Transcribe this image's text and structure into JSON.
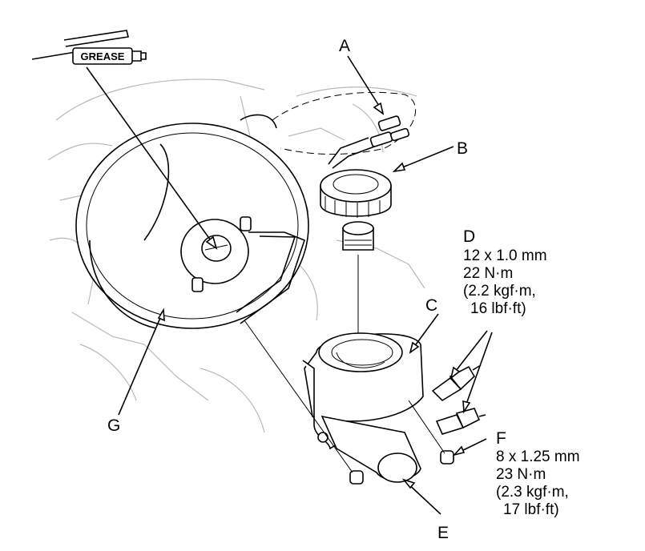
{
  "grease_symbol": {
    "icon": "grease-gun-icon",
    "text": "GREASE"
  },
  "callouts": {
    "A": "A",
    "B": "B",
    "C": "C",
    "D": "D",
    "E": "E",
    "F": "F",
    "G": "G"
  },
  "specs": {
    "D": [
      "12 x 1.0 mm",
      "22 N·m",
      "(2.2 kgf·m,",
      "16 lbf·ft)"
    ],
    "F": [
      "8 x 1.25 mm",
      "23 N·m",
      "(2.3 kgf·m,",
      "17 lbf·ft)"
    ]
  }
}
